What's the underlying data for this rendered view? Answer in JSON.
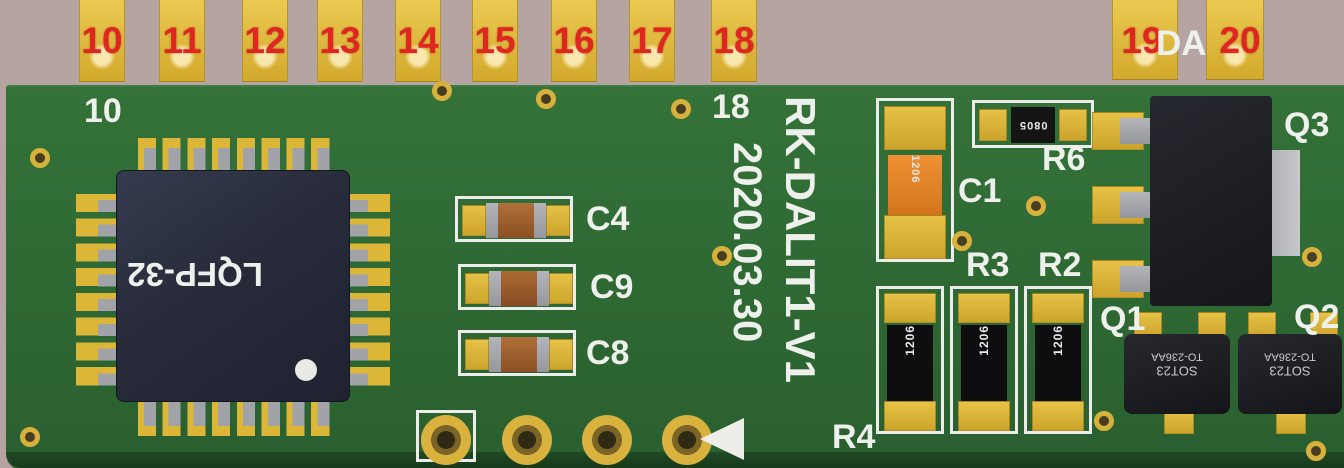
{
  "edge_connector": {
    "top_pads": [
      "10",
      "11",
      "12",
      "13",
      "14",
      "15",
      "16",
      "17",
      "18"
    ],
    "right_pads": [
      "19",
      "20"
    ],
    "da_label": "DA"
  },
  "silkscreen": {
    "pin10": "10",
    "pin18": "18",
    "date": "2020.03.30",
    "board_name": "RK-DALIT1-V1",
    "c4": "C4",
    "c9": "C9",
    "c8": "C8",
    "c1": "C1",
    "r6": "R6",
    "r3": "R3",
    "r2": "R2",
    "r4": "R4",
    "q1": "Q1",
    "q2": "Q2",
    "q3": "Q3"
  },
  "components": {
    "chip_label": "LQFP-32",
    "marking_0805": "0805",
    "marking_1206": "1206",
    "sot23_line1": "SOT23",
    "sot23_line2": "TO-236AA"
  },
  "colors": {
    "board_green": "#2e6833",
    "background_pink": "#b5a4a2",
    "pad_gold": "#e0b93a",
    "silkscreen_white": "#eef0ec",
    "designator_red": "#e02620"
  }
}
